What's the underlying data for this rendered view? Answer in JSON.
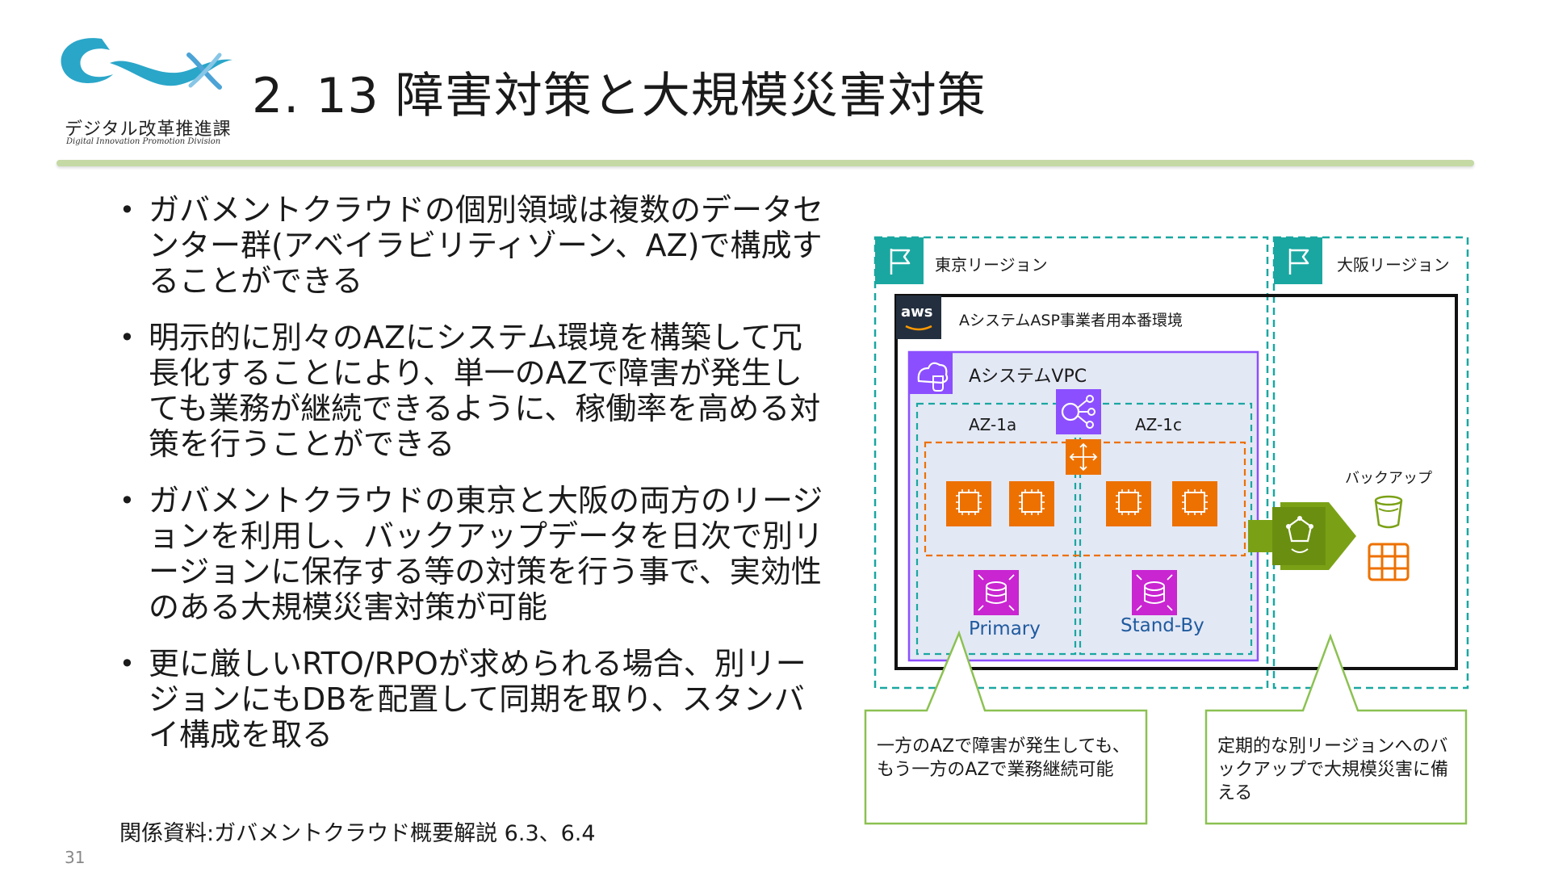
{
  "header": {
    "logo_name": "デジタル改革推進課",
    "logo_sub": "Digital Innovation Promotion Division",
    "title": "2. 13 障害対策と大規模災害対策"
  },
  "bullets": [
    "ガバメントクラウドの個別領域は複数のデータセンター群(アベイラビリティゾーン、AZ)で構成することができる",
    "明示的に別々のAZにシステム環境を構築して冗長化することにより、単一のAZで障害が発生しても業務が継続できるように、稼働率を高める対策を行うことができる",
    "ガバメントクラウドの東京と大阪の両方のリージョンを利用し、バックアップデータを日次で別リージョンに保存する等の対策を行う事で、実効性のある大規模災害対策が可能",
    "更に厳しいRTO/RPOが求められる場合、別リージョンにもDBを配置して同期を取り、スタンバイ構成を取る"
  ],
  "reference": "関係資料:ガバメントクラウド概要解説 6.3、6.4",
  "page_number": "31",
  "diagram": {
    "tokyo_region": "東京リージョン",
    "osaka_region": "大阪リージョン",
    "aws_logo": "aws",
    "environment": "AシステムASP事業者用本番環境",
    "vpc": "AシステムVPC",
    "az_1a": "AZ-1a",
    "az_1c": "AZ-1c",
    "backup": "バックアップ",
    "primary": "Primary",
    "standby": "Stand-By",
    "callout_left": "一方のAZで障害が発生しても、もう一方のAZで業務継続可能",
    "callout_right": "定期的な別リージョンへのバックアップで大規模災害に備える"
  },
  "colors": {
    "teal": "#1aa7a1",
    "orange": "#ed7100",
    "purple": "#8c4fff",
    "magenta": "#c925d1",
    "green": "#7aa116",
    "rule": "#c4d9a4",
    "callout_border": "#8cc152"
  },
  "icons": [
    "region-flag-icon",
    "aws-logo-icon",
    "vpc-icon",
    "elb-icon",
    "nat-icon",
    "ec2-icon",
    "rds-icon",
    "backup-icon",
    "s3-bucket-icon",
    "storage-gateway-icon"
  ]
}
